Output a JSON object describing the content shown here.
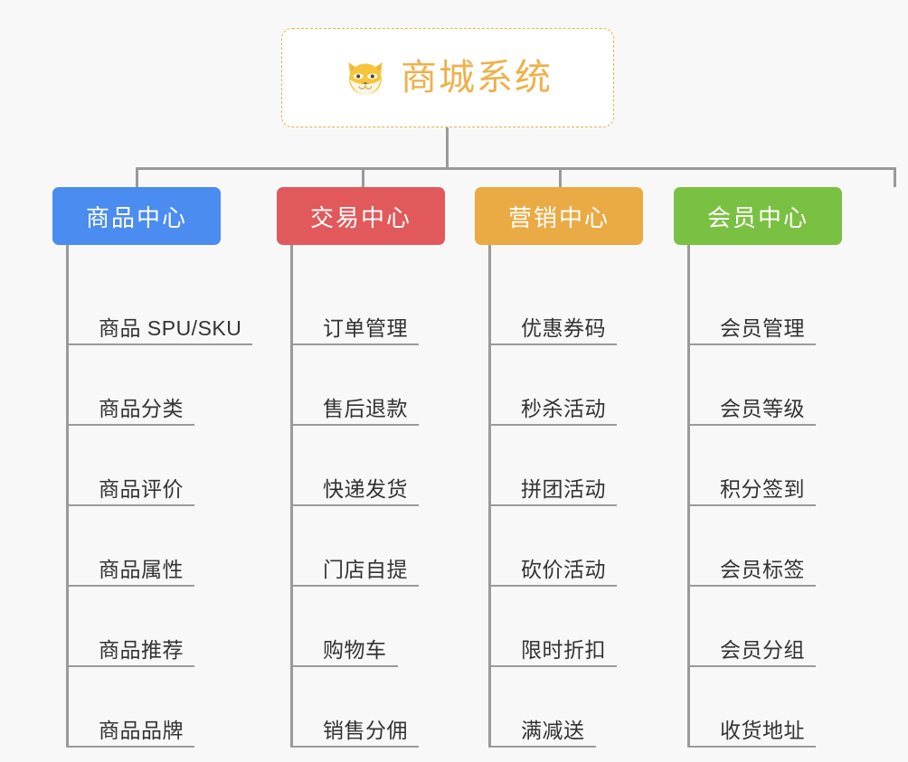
{
  "root": {
    "title": "商城系统",
    "icon": "shiba-dog-face-icon",
    "border_color": "#e9b24b",
    "text_color": "#edb14a"
  },
  "canvas": {
    "background": "#f8f8f8",
    "connector_color": "#9a9a9a"
  },
  "columns": [
    {
      "title": "商品中心",
      "color": "#4a8cf0",
      "leaves": [
        "商品 SPU/SKU",
        "商品分类",
        "商品评价",
        "商品属性",
        "商品推荐",
        "商品品牌"
      ]
    },
    {
      "title": "交易中心",
      "color": "#e2595b",
      "leaves": [
        "订单管理",
        "售后退款",
        "快递发货",
        "门店自提",
        "购物车",
        "销售分佣"
      ]
    },
    {
      "title": "营销中心",
      "color": "#eaaa44",
      "leaves": [
        "优惠券码",
        "秒杀活动",
        "拼团活动",
        "砍价活动",
        "限时折扣",
        "满减送"
      ]
    },
    {
      "title": "会员中心",
      "color": "#7ac143",
      "leaves": [
        "会员管理",
        "会员等级",
        "积分签到",
        "会员标签",
        "会员分组",
        "收货地址"
      ]
    }
  ]
}
